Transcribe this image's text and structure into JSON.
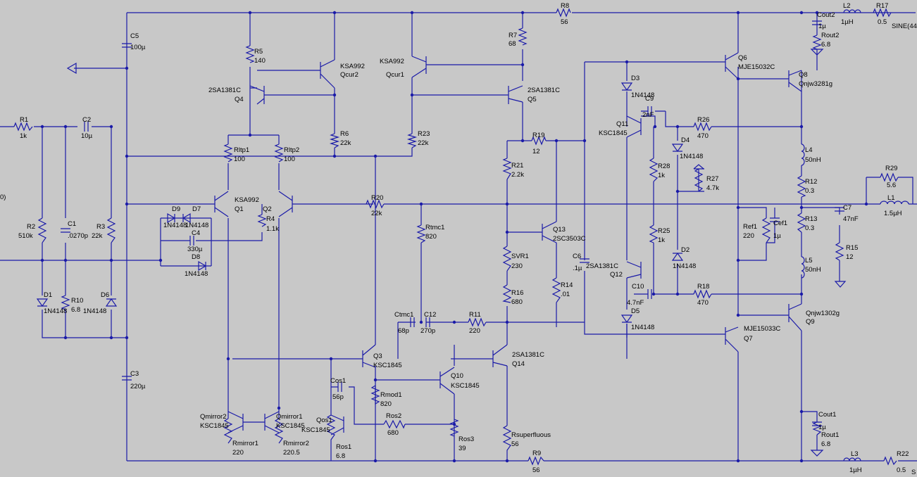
{
  "colors": {
    "background": "#c8c8c8",
    "wire": "#1a1aa8",
    "text": "#000000"
  },
  "labels": {
    "R8": "R8",
    "R8v": "56",
    "R7": "R7",
    "R7v": "68",
    "R5": "R5",
    "R5v": "140",
    "KSA992a": "KSA992",
    "Qcur2": "Qcur2",
    "KSA992b": "KSA992",
    "Qcur1": "Qcur1",
    "C5": "C5",
    "C5v": "100µ",
    "2SA1381C_Q4": "2SA1381C",
    "Q4": "Q4",
    "2SA1381C_Q5": "2SA1381C",
    "Q5": "Q5",
    "R6": "R6",
    "R6v": "22k",
    "R23": "R23",
    "R23v": "22k",
    "R19": "R19",
    "R19v": "12",
    "Rltp1": "Rltp1",
    "Rltp1v": "100",
    "Rltp2": "Rltp2",
    "Rltp2v": "100",
    "R1": "R1",
    "R1v": "1k",
    "C2": "C2",
    "C2v": "10µ",
    "KSA992c": "KSA992",
    "Q1": "Q1",
    "Q2": "Q2",
    "R20": "R20",
    "R20v": "22k",
    "R21": "R21",
    "R21v": "2.2k",
    "D9": "D9",
    "D7": "D7",
    "D9v": "1N4148",
    "D7v": "1N4148",
    "R4": "R4",
    "R4v": "1.1k",
    "C4": "C4",
    "C4v": "330µ",
    "D8": "D8",
    "D8v": "1N4148",
    "R2": "R2",
    "R2v": "510k",
    "C1": "C1",
    "C1v": ".0270p",
    "R3": "R3",
    "R3v": "22k",
    "Rtmc1": "Rtmc1",
    "Rtmc1v": "820",
    "Q13": "Q13",
    "Q13v": "2SC3503C",
    "SVR1": "SVR1",
    "SVR1v": "230",
    "R14": "R14",
    "R14v": ".01",
    "R16": "R16",
    "R16v": "680",
    "C6": "C6",
    "C6v": ".1µ",
    "D1": "D1",
    "D1v": "1N4148",
    "R10": "R10",
    "R10v": "6.8",
    "D6": "D6",
    "D6v": "1N4148",
    "Ctmc1": "Ctmc1",
    "Ctmc1v": "68p",
    "C12": "C12",
    "C12v": "270p",
    "R11": "R11",
    "R11v": "220",
    "Q3": "Q3",
    "Q3v": "KSC1845",
    "Q14v": "2SA1381C",
    "Q14": "Q14",
    "C3": "C3",
    "C3v": "220µ",
    "Cos1": "Cos1",
    "Cos1v": "56p",
    "Q10": "Q10",
    "Q10v": "KSC1845",
    "Rmod1": "Rmod1",
    "Rmod1v": "820",
    "Qmirror2": "Qmirror2",
    "Qm2v": "KSC1845",
    "Qmirror1": "Qmirror1",
    "Qm1v": "KSC1845",
    "Qos1": "Qos1",
    "Qos1v": "KSC1845",
    "Ros2": "Ros2",
    "Ros2v": "680",
    "Rmirror1": "Rmirror1",
    "Rm1v": "220",
    "Rmirror2": "Rmirror2",
    "Rm2v": "220.5",
    "Ros1": "Ros1",
    "Ros1v": "6.8",
    "Ros3": "Ros3",
    "Ros3v": "39",
    "Rsup": "Rsuperfluous",
    "Rsupv": "56",
    "R9": "R9",
    "R9v": "56",
    "D3": "D3",
    "D3v": "1N4148",
    "C9": "C9",
    "C9v": "2nF",
    "Q11": "Q11",
    "Q11v": "KSC1845",
    "R26": "R26",
    "R26v": "470",
    "D4": "D4",
    "D4v": "1N4148",
    "R28": "R28",
    "R28v": "1k",
    "R27": "R27",
    "R27v": "4.7k",
    "R25": "R25",
    "R25v": "1k",
    "Q12v": "2SA1381C",
    "Q12": "Q12",
    "D2": "D2",
    "D2v": "1N4148",
    "C10": "C10",
    "C10v": "4.7nF",
    "R18": "R18",
    "R18v": "470",
    "D5": "D5",
    "D5v": "1N4148",
    "Q6": "Q6",
    "Q6v": "MJE15032C",
    "Q8": "Q8",
    "Q8v": "Qnjw3281g",
    "Ref1": "Ref1",
    "Ref1v": "220",
    "Cef1": "Cef1",
    "Cef1v": "1µ",
    "Q7v": "MJE15033C",
    "Q7": "Q7",
    "Q9": "Q9",
    "Q9v": "Qnjw1302g",
    "Cout2": "Cout2",
    "Cout2v": "1µ",
    "Rout2": "Rout2",
    "Rout2v": "6.8",
    "L2": "L2",
    "L2v": "1µH",
    "R17": "R17",
    "R17v": "0.5",
    "SINE": "SINE(44",
    "L4": "L4",
    "L4v": "50nH",
    "R12": "R12",
    "R12v": "0.3",
    "R13": "R13",
    "R13v": "0.3",
    "L5": "L5",
    "L5v": "50nH",
    "C7": "C7",
    "C7v": "47nF",
    "R15": "R15",
    "R15v": "12",
    "R29": "R29",
    "R29v": "5.6",
    "L1": "L1",
    "L1v": "1.5µH",
    "Cout1": "Cout1",
    "Cout1v": "1µ",
    "Rout1": "Rout1",
    "Rout1v": "6.8",
    "L3": "L3",
    "L3v": "1µH",
    "R22": "R22",
    "R22v": "0.5",
    "S": "S",
    "paren": "0)"
  }
}
